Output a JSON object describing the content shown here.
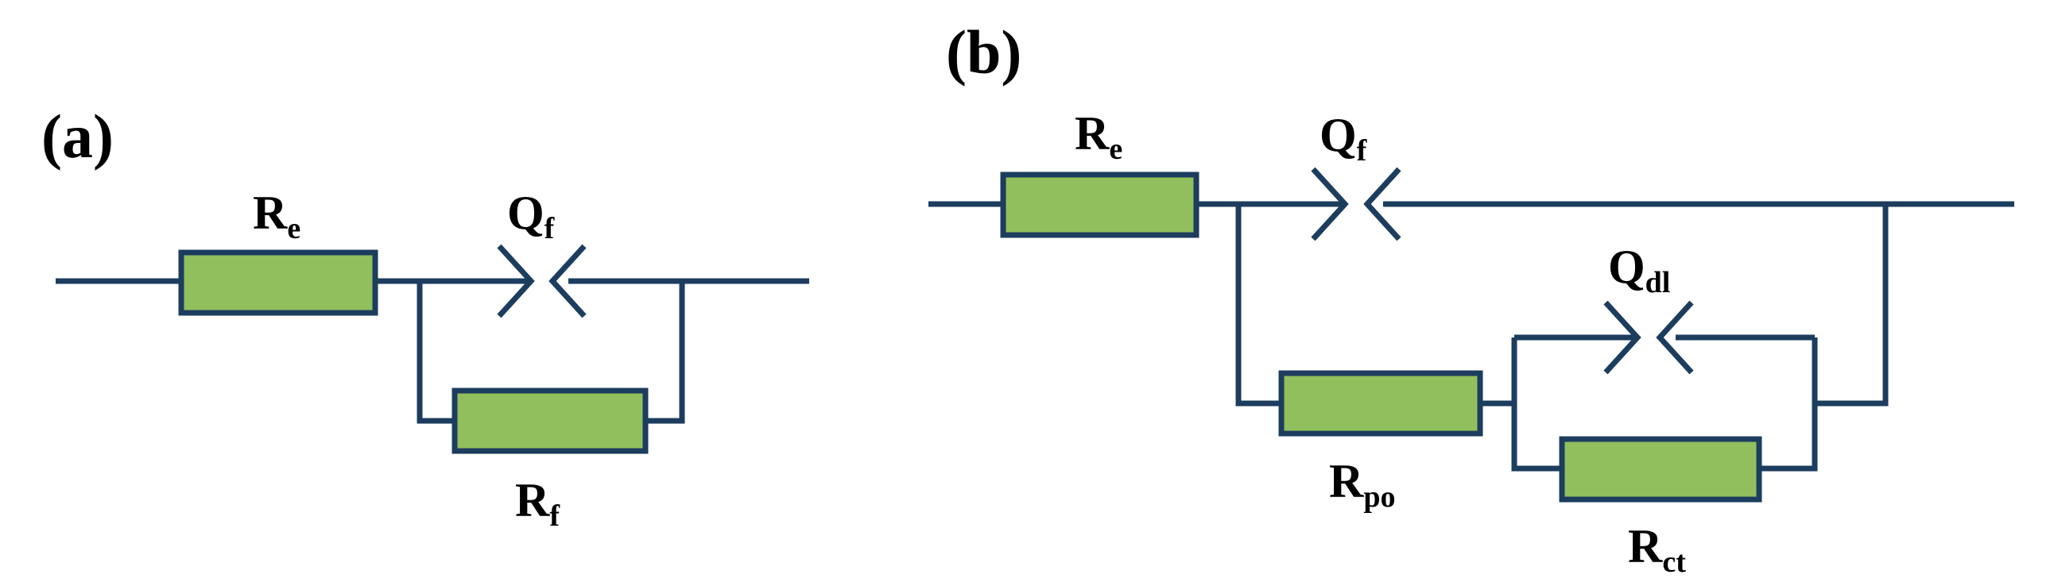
{
  "colors": {
    "wire": "#1c3d5e",
    "resistor_fill": "#92bf5e",
    "text": "#000000"
  },
  "panels": [
    {
      "label": "(a)",
      "components": [
        {
          "kind": "resistor",
          "symbol": "R",
          "subscript": "e"
        },
        {
          "kind": "cpe",
          "symbol": "Q",
          "subscript": "f"
        },
        {
          "kind": "resistor",
          "symbol": "R",
          "subscript": "f"
        }
      ]
    },
    {
      "label": "(b)",
      "components": [
        {
          "kind": "resistor",
          "symbol": "R",
          "subscript": "e"
        },
        {
          "kind": "cpe",
          "symbol": "Q",
          "subscript": "f"
        },
        {
          "kind": "cpe",
          "symbol": "Q",
          "subscript": "dl"
        },
        {
          "kind": "resistor",
          "symbol": "R",
          "subscript": "po"
        },
        {
          "kind": "resistor",
          "symbol": "R",
          "subscript": "ct"
        }
      ]
    }
  ]
}
